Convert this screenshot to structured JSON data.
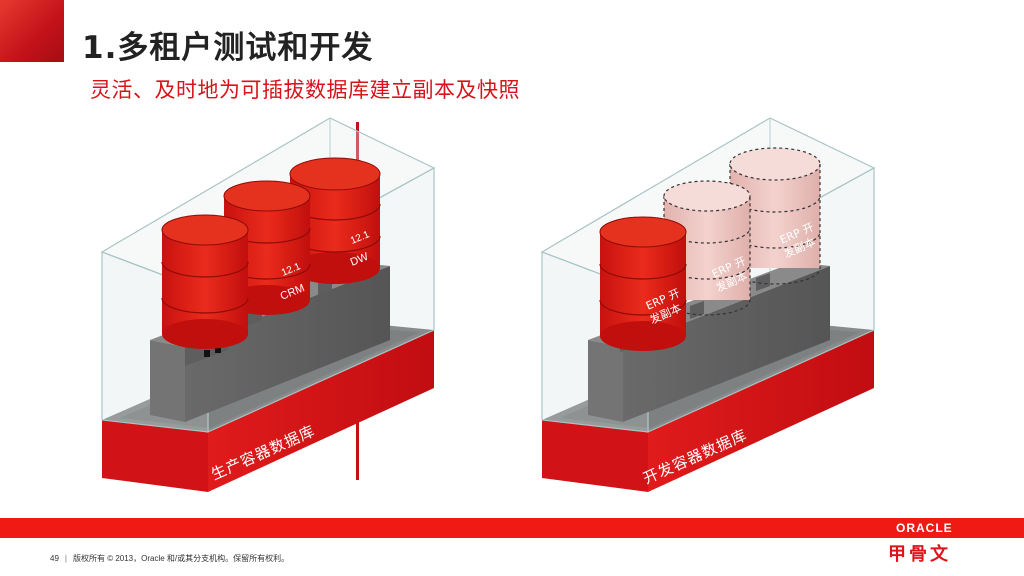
{
  "slide": {
    "title": "1.多租户测试和开发",
    "subtitle": "灵活、及时地为可插拔数据库建立副本及快照",
    "page_number": "49",
    "copyright": "版权所有 © 2013，Oracle 和/或其分支机构。保留所有权利。"
  },
  "left_container": {
    "label": "生产容器数据库",
    "databases": [
      {
        "version": "",
        "name": ""
      },
      {
        "version": "12.1",
        "name": "CRM"
      },
      {
        "version": "12.1",
        "name": "DW"
      }
    ]
  },
  "right_container": {
    "label": "开发容器数据库",
    "databases": [
      {
        "line1": "ERP 开",
        "line2": "发副本"
      },
      {
        "line1": "ERP 开",
        "line2": "发副本"
      },
      {
        "line1": "ERP 开",
        "line2": "发副本"
      }
    ]
  },
  "logo": {
    "brand": "ORACLE",
    "brand_cn": "甲骨文"
  },
  "colors": {
    "accent": "#e0131b",
    "footer_bar": "#ef1a14",
    "clone_fill": "#f0c9c6"
  }
}
